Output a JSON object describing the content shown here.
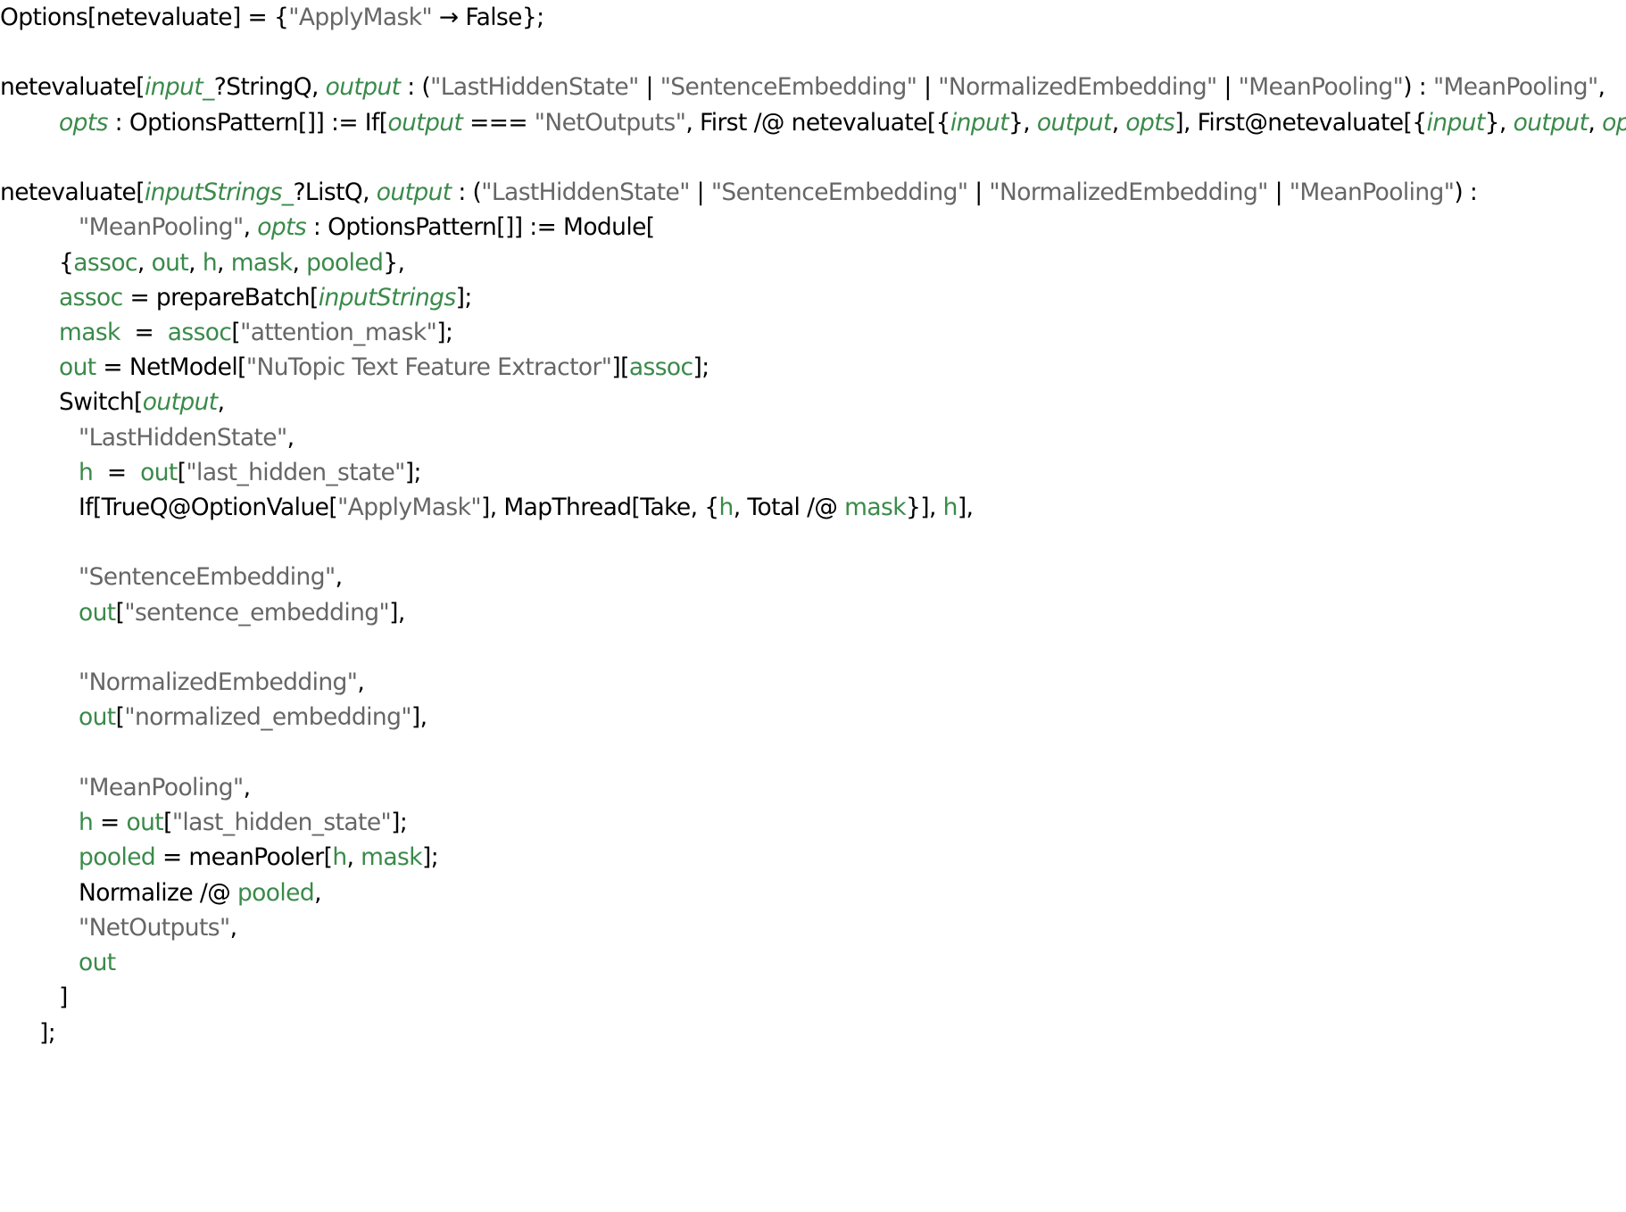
{
  "colors": {
    "plain": "#000000",
    "string": "#666666",
    "variable": "#3a8a4a",
    "argument": "#3a8a4a"
  },
  "lines": [
    [
      [
        "p",
        "Options[netevaluate] = {"
      ],
      [
        "s",
        "\"ApplyMask\""
      ],
      [
        "p",
        " → False};"
      ]
    ],
    [],
    [
      [
        "p",
        "netevaluate["
      ],
      [
        "a",
        "input_"
      ],
      [
        "p",
        "?StringQ, "
      ],
      [
        "a",
        "output"
      ],
      [
        "p",
        " : ("
      ],
      [
        "s",
        "\"LastHiddenState\""
      ],
      [
        "p",
        " | "
      ],
      [
        "s",
        "\"SentenceEmbedding\""
      ],
      [
        "p",
        " | "
      ],
      [
        "s",
        "\"NormalizedEmbedding\""
      ],
      [
        "p",
        " | "
      ],
      [
        "s",
        "\"MeanPooling\""
      ],
      [
        "p",
        ") : "
      ],
      [
        "s",
        "\"MeanPooling\""
      ],
      [
        "p",
        ","
      ]
    ],
    [
      [
        "a",
        "opts"
      ],
      [
        "p",
        " : OptionsPattern[]] := If["
      ],
      [
        "a",
        "output"
      ],
      [
        "p",
        " === "
      ],
      [
        "s",
        "\"NetOutputs\""
      ],
      [
        "p",
        ", First /@ netevaluate[{"
      ],
      [
        "a",
        "input"
      ],
      [
        "p",
        "}, "
      ],
      [
        "a",
        "output"
      ],
      [
        "p",
        ", "
      ],
      [
        "a",
        "opts"
      ],
      [
        "p",
        "], First@netevaluate[{"
      ],
      [
        "a",
        "input"
      ],
      [
        "p",
        "}, "
      ],
      [
        "a",
        "output"
      ],
      [
        "p",
        ", "
      ],
      [
        "a",
        "opts"
      ],
      [
        "p",
        "]];"
      ]
    ],
    [],
    [
      [
        "p",
        "netevaluate["
      ],
      [
        "a",
        "inputStrings_"
      ],
      [
        "p",
        "?ListQ, "
      ],
      [
        "a",
        "output"
      ],
      [
        "p",
        " : ("
      ],
      [
        "s",
        "\"LastHiddenState\""
      ],
      [
        "p",
        " | "
      ],
      [
        "s",
        "\"SentenceEmbedding\""
      ],
      [
        "p",
        " | "
      ],
      [
        "s",
        "\"NormalizedEmbedding\""
      ],
      [
        "p",
        " | "
      ],
      [
        "s",
        "\"MeanPooling\""
      ],
      [
        "p",
        ") :"
      ]
    ],
    [
      [
        "s",
        "\"MeanPooling\""
      ],
      [
        "p",
        ", "
      ],
      [
        "a",
        "opts"
      ],
      [
        "p",
        " : OptionsPattern[]] := Module["
      ]
    ],
    [
      [
        "p",
        "{"
      ],
      [
        "v",
        "assoc"
      ],
      [
        "p",
        ", "
      ],
      [
        "v",
        "out"
      ],
      [
        "p",
        ", "
      ],
      [
        "v",
        "h"
      ],
      [
        "p",
        ", "
      ],
      [
        "v",
        "mask"
      ],
      [
        "p",
        ", "
      ],
      [
        "v",
        "pooled"
      ],
      [
        "p",
        "},"
      ]
    ],
    [
      [
        "v",
        "assoc"
      ],
      [
        "p",
        " = prepareBatch["
      ],
      [
        "a",
        "inputStrings"
      ],
      [
        "p",
        "];"
      ]
    ],
    [
      [
        "v",
        "mask"
      ],
      [
        "p",
        "  =  "
      ],
      [
        "v",
        "assoc"
      ],
      [
        "p",
        "["
      ],
      [
        "s",
        "\"attention_mask\""
      ],
      [
        "p",
        "];"
      ]
    ],
    [
      [
        "v",
        "out"
      ],
      [
        "p",
        " = NetModel["
      ],
      [
        "s",
        "\"NuTopic Text Feature Extractor\""
      ],
      [
        "p",
        "]["
      ],
      [
        "v",
        "assoc"
      ],
      [
        "p",
        "];"
      ]
    ],
    [
      [
        "p",
        "Switch["
      ],
      [
        "a",
        "output"
      ],
      [
        "p",
        ","
      ]
    ],
    [
      [
        "s",
        "\"LastHiddenState\""
      ],
      [
        "p",
        ","
      ]
    ],
    [
      [
        "v",
        "h"
      ],
      [
        "p",
        "  =  "
      ],
      [
        "v",
        "out"
      ],
      [
        "p",
        "["
      ],
      [
        "s",
        "\"last_hidden_state\""
      ],
      [
        "p",
        "];"
      ]
    ],
    [
      [
        "p",
        "If[TrueQ@OptionValue["
      ],
      [
        "s",
        "\"ApplyMask\""
      ],
      [
        "p",
        "], MapThread[Take, {"
      ],
      [
        "v",
        "h"
      ],
      [
        "p",
        ", Total /@ "
      ],
      [
        "v",
        "mask"
      ],
      [
        "p",
        "}], "
      ],
      [
        "v",
        "h"
      ],
      [
        "p",
        "],"
      ]
    ],
    [],
    [
      [
        "s",
        "\"SentenceEmbedding\""
      ],
      [
        "p",
        ","
      ]
    ],
    [
      [
        "v",
        "out"
      ],
      [
        "p",
        "["
      ],
      [
        "s",
        "\"sentence_embedding\""
      ],
      [
        "p",
        "],"
      ]
    ],
    [],
    [
      [
        "s",
        "\"NormalizedEmbedding\""
      ],
      [
        "p",
        ","
      ]
    ],
    [
      [
        "v",
        "out"
      ],
      [
        "p",
        "["
      ],
      [
        "s",
        "\"normalized_embedding\""
      ],
      [
        "p",
        "],"
      ]
    ],
    [],
    [
      [
        "s",
        "\"MeanPooling\""
      ],
      [
        "p",
        ","
      ]
    ],
    [
      [
        "v",
        "h"
      ],
      [
        "p",
        " = "
      ],
      [
        "v",
        "out"
      ],
      [
        "p",
        "["
      ],
      [
        "s",
        "\"last_hidden_state\""
      ],
      [
        "p",
        "];"
      ]
    ],
    [
      [
        "v",
        "pooled"
      ],
      [
        "p",
        " = meanPooler["
      ],
      [
        "v",
        "h"
      ],
      [
        "p",
        ", "
      ],
      [
        "v",
        "mask"
      ],
      [
        "p",
        "];"
      ]
    ],
    [
      [
        "p",
        "Normalize /@ "
      ],
      [
        "v",
        "pooled"
      ],
      [
        "p",
        ","
      ]
    ],
    [
      [
        "s",
        "\"NetOutputs\""
      ],
      [
        "p",
        ","
      ]
    ],
    [
      [
        "v",
        "out"
      ]
    ],
    [
      [
        "p",
        "]"
      ]
    ],
    [
      [
        "p",
        "];"
      ]
    ]
  ]
}
